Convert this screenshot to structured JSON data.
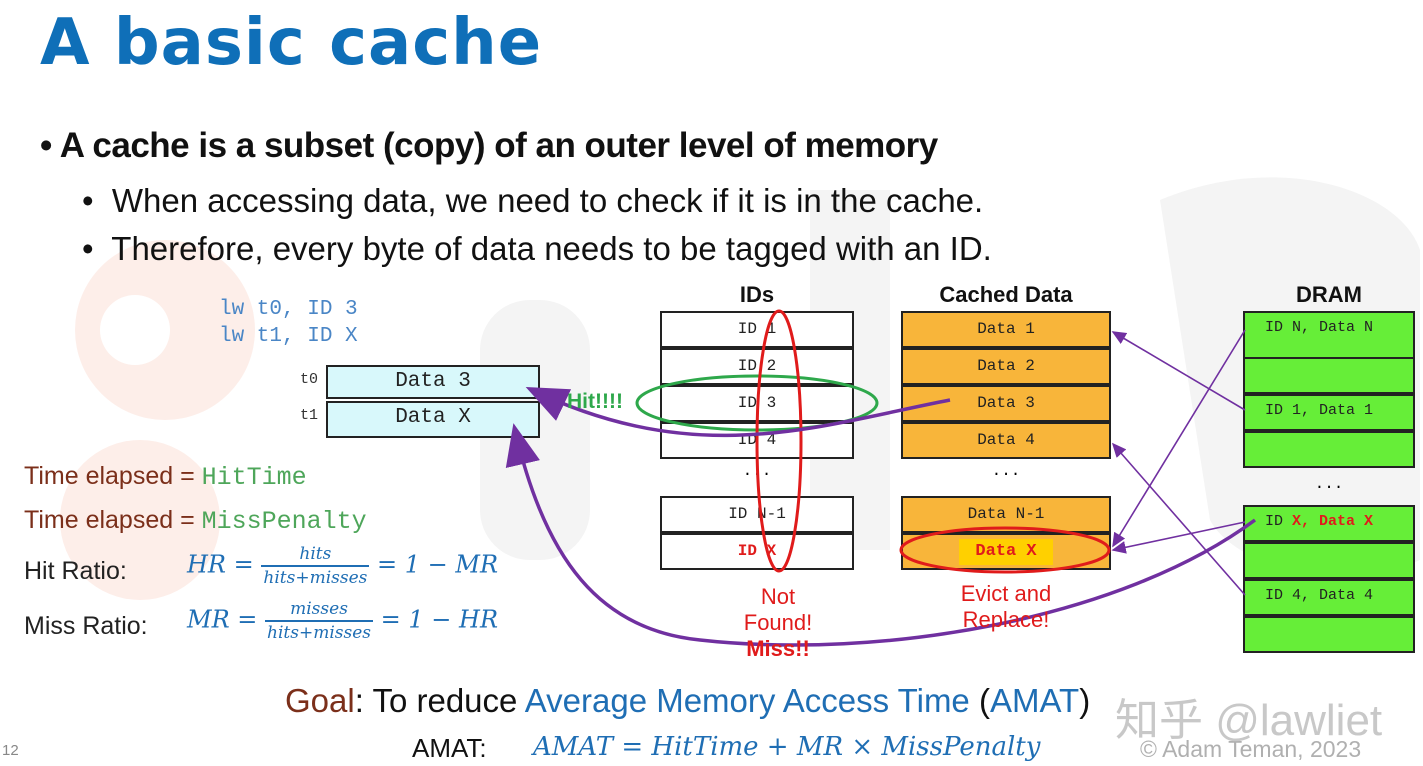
{
  "title": "A basic cache",
  "bullets": {
    "main": "A cache is a subset (copy) of an outer level of memory",
    "sub1": "When accessing data, we need to check if it is in the cache.",
    "sub2": "Therefore, every byte of data needs to be tagged with an ID."
  },
  "code": {
    "line1": "lw t0, ID 3",
    "line2": "lw t1, ID X"
  },
  "registers": [
    {
      "name": "t0",
      "value": "Data 3"
    },
    {
      "name": "t1",
      "value": "Data X"
    }
  ],
  "headers": {
    "ids": "IDs",
    "cached": "Cached Data",
    "dram": "DRAM"
  },
  "ids_top": [
    "ID 1",
    "ID 2",
    "ID 3",
    "ID 4"
  ],
  "ids_dots": "...",
  "ids_bottom": [
    "ID N-1",
    "ID X"
  ],
  "cached_top": [
    "Data 1",
    "Data 2",
    "Data 3",
    "Data 4"
  ],
  "cached_dots": "...",
  "cached_bottom": [
    "Data N-1",
    "Data X"
  ],
  "dram_top": [
    "ID N, Data N",
    "",
    "ID 1, Data 1",
    ""
  ],
  "dram_dots": "...",
  "dram_bottom": {
    "x_prefix": "ID ",
    "x_highlight": "X, Data X",
    "rows": [
      "",
      "ID 4, Data 4",
      ""
    ]
  },
  "annotations": {
    "hit": "Hit!!!!",
    "not_found_1": "Not",
    "not_found_2": "Found!",
    "miss": "Miss!!",
    "evict_1": "Evict and",
    "evict_2": "Replace!"
  },
  "formulas": {
    "time_label_1": "Time elapsed = ",
    "time_value_1": "HitTime",
    "time_label_2": "Time elapsed = ",
    "time_value_2": "MissPenalty",
    "hit_ratio_label": "Hit Ratio:",
    "hr_lhs": "HR =",
    "hr_num": "hits",
    "hr_den": "hits+misses",
    "hr_rhs": "= 1 − MR",
    "miss_ratio_label": "Miss Ratio:",
    "mr_lhs": "MR =",
    "mr_num": "misses",
    "mr_den": "hits+misses",
    "mr_rhs": "= 1 − HR"
  },
  "goal": {
    "goal_word": "Goal",
    "colon_text": ": To reduce ",
    "amat_full": "Average Memory Access Time",
    "open_paren": " (",
    "amat_abbr": "AMAT",
    "close_paren": ")"
  },
  "amat": {
    "label": "AMAT:",
    "formula": "AMAT = HitTime + MR × MissPenalty"
  },
  "footer": {
    "page": "12",
    "copyright": "© Adam Teman, 2023",
    "watermark": "知乎 @lawliet"
  },
  "colors": {
    "title": "#0f6fb8",
    "cached": "#f8b53a",
    "dram": "#66ee38",
    "register": "#d8f8fb",
    "arrow": "#7030a0",
    "hit": "#2ea84b",
    "miss": "#e01b1b"
  }
}
